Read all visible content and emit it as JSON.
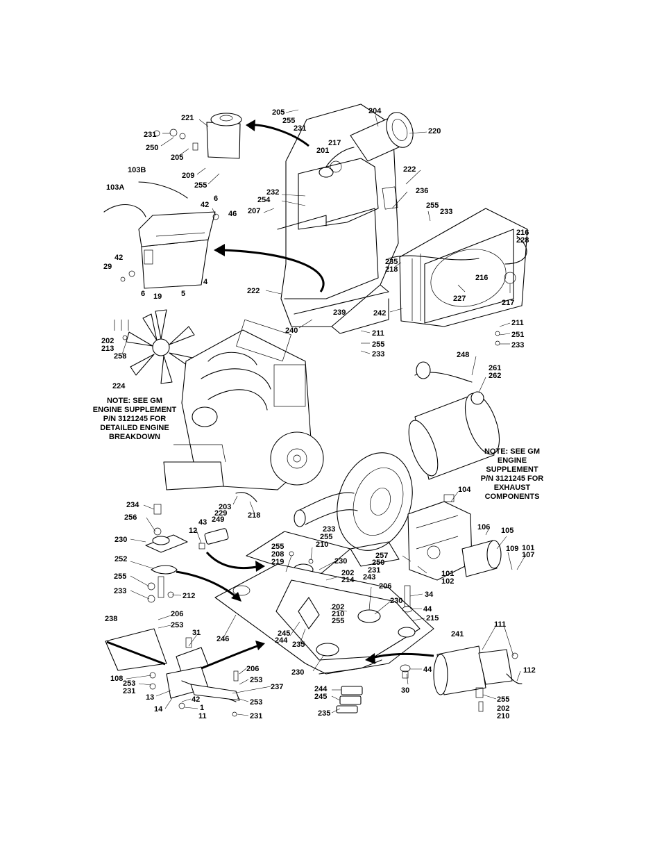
{
  "notes": {
    "engine": [
      "NOTE: SEE GM",
      "ENGINE SUPPLEMENT",
      "P/N 3121245 FOR",
      "DETAILED ENGINE",
      "BREAKDOWN"
    ],
    "exhaust": [
      "NOTE: SEE GM",
      "ENGINE",
      "SUPPLEMENT",
      "P/N 3121245 FOR",
      "EXHAUST",
      "COMPONENTS"
    ]
  },
  "callouts": [
    {
      "text": "205"
    },
    {
      "text": "255"
    },
    {
      "text": "231"
    },
    {
      "text": "204"
    },
    {
      "text": "220"
    },
    {
      "text": "221"
    },
    {
      "text": "231"
    },
    {
      "text": "250"
    },
    {
      "text": "205"
    },
    {
      "text": "217"
    },
    {
      "text": "201"
    },
    {
      "text": "222"
    },
    {
      "text": "209"
    },
    {
      "text": "255"
    },
    {
      "text": "103B"
    },
    {
      "text": "103A"
    },
    {
      "text": "232"
    },
    {
      "text": "254"
    },
    {
      "text": "207"
    },
    {
      "text": "236"
    },
    {
      "text": "255"
    },
    {
      "text": "233"
    },
    {
      "text": "42"
    },
    {
      "text": "6"
    },
    {
      "text": "46"
    },
    {
      "text": "216"
    },
    {
      "text": "228"
    },
    {
      "text": "42"
    },
    {
      "text": "29"
    },
    {
      "text": "235"
    },
    {
      "text": "218"
    },
    {
      "text": "216"
    },
    {
      "text": "6"
    },
    {
      "text": "19"
    },
    {
      "text": "5"
    },
    {
      "text": "4"
    },
    {
      "text": "222"
    },
    {
      "text": "227"
    },
    {
      "text": "217"
    },
    {
      "text": "239"
    },
    {
      "text": "242"
    },
    {
      "text": "202"
    },
    {
      "text": "213"
    },
    {
      "text": "258"
    },
    {
      "text": "240"
    },
    {
      "text": "211"
    },
    {
      "text": "255"
    },
    {
      "text": "233"
    },
    {
      "text": "211"
    },
    {
      "text": "251"
    },
    {
      "text": "233"
    },
    {
      "text": "248"
    },
    {
      "text": "261"
    },
    {
      "text": "262"
    },
    {
      "text": "224"
    },
    {
      "text": "104"
    },
    {
      "text": "203"
    },
    {
      "text": "229"
    },
    {
      "text": "249"
    },
    {
      "text": "218"
    },
    {
      "text": "234"
    },
    {
      "text": "256"
    },
    {
      "text": "43"
    },
    {
      "text": "12"
    },
    {
      "text": "233"
    },
    {
      "text": "255"
    },
    {
      "text": "210"
    },
    {
      "text": "255"
    },
    {
      "text": "208"
    },
    {
      "text": "219"
    },
    {
      "text": "106"
    },
    {
      "text": "105"
    },
    {
      "text": "230"
    },
    {
      "text": "230"
    },
    {
      "text": "257"
    },
    {
      "text": "250"
    },
    {
      "text": "231"
    },
    {
      "text": "243"
    },
    {
      "text": "109"
    },
    {
      "text": "101"
    },
    {
      "text": "107"
    },
    {
      "text": "252"
    },
    {
      "text": "101"
    },
    {
      "text": "102"
    },
    {
      "text": "202"
    },
    {
      "text": "214"
    },
    {
      "text": "255"
    },
    {
      "text": "212"
    },
    {
      "text": "233"
    },
    {
      "text": "206"
    },
    {
      "text": "34"
    },
    {
      "text": "230"
    },
    {
      "text": "202"
    },
    {
      "text": "210"
    },
    {
      "text": "255"
    },
    {
      "text": "44"
    },
    {
      "text": "215"
    },
    {
      "text": "238"
    },
    {
      "text": "206"
    },
    {
      "text": "253"
    },
    {
      "text": "31"
    },
    {
      "text": "246"
    },
    {
      "text": "245"
    },
    {
      "text": "244"
    },
    {
      "text": "235"
    },
    {
      "text": "241"
    },
    {
      "text": "111"
    },
    {
      "text": "230"
    },
    {
      "text": "44"
    },
    {
      "text": "112"
    },
    {
      "text": "108"
    },
    {
      "text": "253"
    },
    {
      "text": "231"
    },
    {
      "text": "206"
    },
    {
      "text": "253"
    },
    {
      "text": "30"
    },
    {
      "text": "13"
    },
    {
      "text": "237"
    },
    {
      "text": "244"
    },
    {
      "text": "245"
    },
    {
      "text": "255"
    },
    {
      "text": "42"
    },
    {
      "text": "253"
    },
    {
      "text": "14"
    },
    {
      "text": "1"
    },
    {
      "text": "11"
    },
    {
      "text": "231"
    },
    {
      "text": "235"
    },
    {
      "text": "202"
    },
    {
      "text": "210"
    }
  ]
}
